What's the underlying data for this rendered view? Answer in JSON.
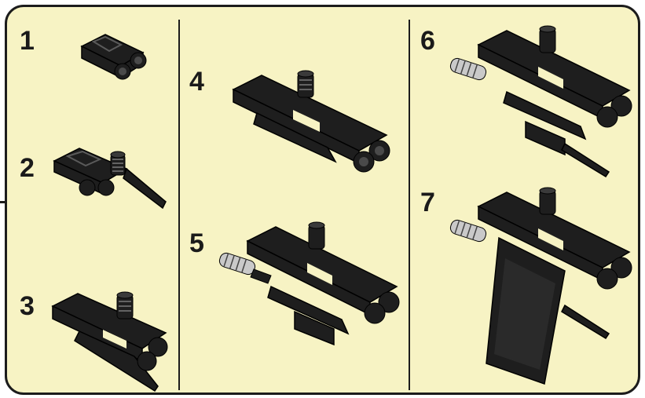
{
  "steps": [
    {
      "number": "1",
      "icon": "build-step-1-icon"
    },
    {
      "number": "2",
      "icon": "build-step-2-icon"
    },
    {
      "number": "3",
      "icon": "build-step-3-icon"
    },
    {
      "number": "4",
      "icon": "build-step-4-icon"
    },
    {
      "number": "5",
      "icon": "build-step-5-icon"
    },
    {
      "number": "6",
      "icon": "build-step-6-icon"
    },
    {
      "number": "7",
      "icon": "build-step-7-icon"
    }
  ],
  "colors": {
    "panel_background": "#f7f3c4",
    "border": "#1c1c1c",
    "brick": "#1e1e1e",
    "brick_highlight": "#4a4a4a",
    "spring": "#c9c9c9"
  }
}
